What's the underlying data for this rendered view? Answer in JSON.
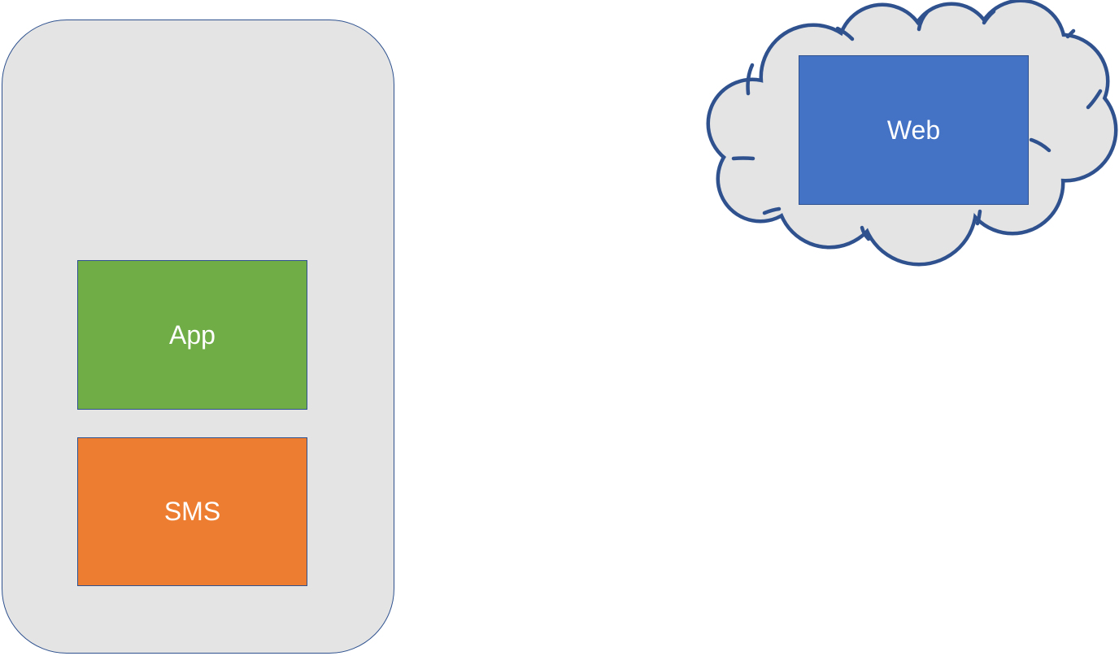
{
  "nodes": {
    "app": {
      "label": "App",
      "color": "#70ad47"
    },
    "sms": {
      "label": "SMS",
      "color": "#ed7d31"
    },
    "web": {
      "label": "Web",
      "color": "#4472c4"
    }
  },
  "containers": {
    "phone": {
      "fill": "#e4e4e4",
      "stroke": "#2f528f"
    },
    "cloud": {
      "fill": "#e4e4e4",
      "stroke": "#2f528f"
    }
  }
}
